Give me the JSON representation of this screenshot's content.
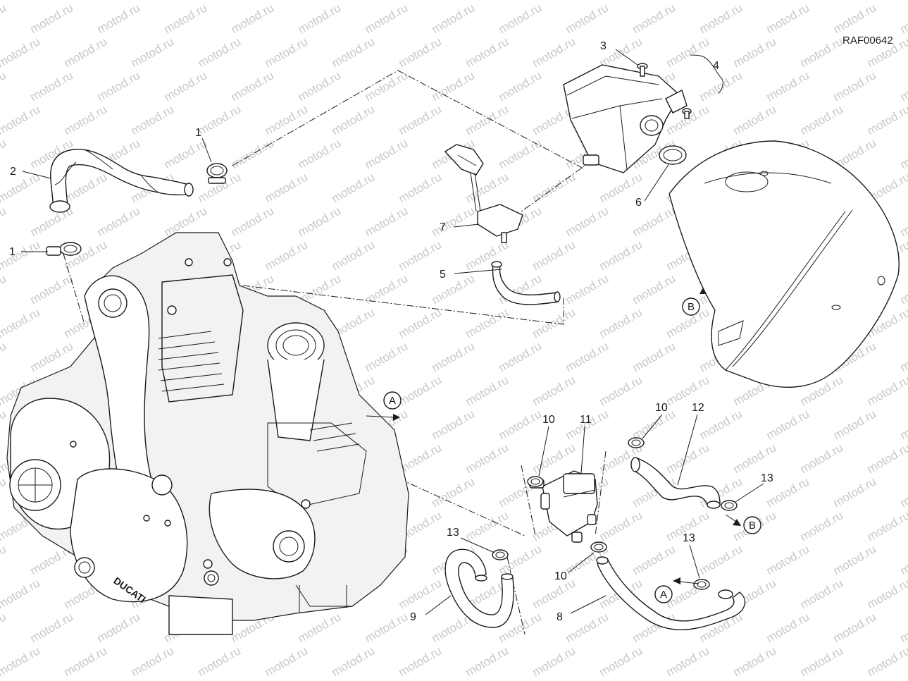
{
  "diagram": {
    "reference_code": "RAF00642",
    "watermark_text": "motod.ru",
    "callouts": [
      {
        "id": "c1a",
        "label": "1"
      },
      {
        "id": "c1b",
        "label": "1"
      },
      {
        "id": "c2",
        "label": "2"
      },
      {
        "id": "c3",
        "label": "3"
      },
      {
        "id": "c4",
        "label": "4"
      },
      {
        "id": "c5",
        "label": "5"
      },
      {
        "id": "c6",
        "label": "6"
      },
      {
        "id": "c7",
        "label": "7"
      },
      {
        "id": "c8",
        "label": "8"
      },
      {
        "id": "c9",
        "label": "9"
      },
      {
        "id": "c10a",
        "label": "10"
      },
      {
        "id": "c10b",
        "label": "10"
      },
      {
        "id": "c10c",
        "label": "10"
      },
      {
        "id": "c11",
        "label": "11"
      },
      {
        "id": "c12",
        "label": "12"
      },
      {
        "id": "c13a",
        "label": "13"
      },
      {
        "id": "c13b",
        "label": "13"
      },
      {
        "id": "c13c",
        "label": "13"
      }
    ],
    "connection_markers": [
      {
        "id": "mA1",
        "label": "A"
      },
      {
        "id": "mA2",
        "label": "A"
      },
      {
        "id": "mB1",
        "label": "B"
      },
      {
        "id": "mB2",
        "label": "B"
      }
    ],
    "engine_logo_text": "DUCATI"
  }
}
